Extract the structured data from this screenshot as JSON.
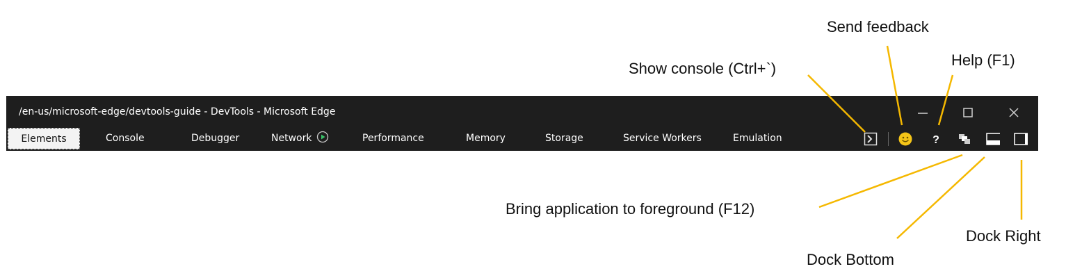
{
  "window": {
    "title": "/en-us/microsoft-edge/devtools-guide - DevTools - Microsoft Edge",
    "controls": [
      "minimize",
      "maximize",
      "close"
    ]
  },
  "tabs": [
    {
      "label": "Elements",
      "active": true
    },
    {
      "label": "Console"
    },
    {
      "label": "Debugger"
    },
    {
      "label": "Network",
      "icon": "play-circle-icon"
    },
    {
      "label": "Performance"
    },
    {
      "label": "Memory"
    },
    {
      "label": "Storage"
    },
    {
      "label": "Service Workers"
    },
    {
      "label": "Emulation"
    }
  ],
  "toolbar": {
    "icons": [
      "show-console-icon",
      "send-feedback-smiley-icon",
      "help-icon",
      "bring-to-foreground-icon",
      "dock-bottom-icon",
      "dock-right-icon"
    ]
  },
  "callouts": {
    "show_console": "Show console (Ctrl+`)",
    "send_feedback": "Send feedback",
    "help": "Help (F1)",
    "bring_foreground": "Bring application to foreground (F12)",
    "dock_bottom": "Dock Bottom",
    "dock_right": "Dock Right"
  },
  "colors": {
    "callout_line": "#f5b800",
    "window_bg": "#1e1e1e",
    "network_play": "#3bc46b",
    "smiley": "#f5c518"
  }
}
